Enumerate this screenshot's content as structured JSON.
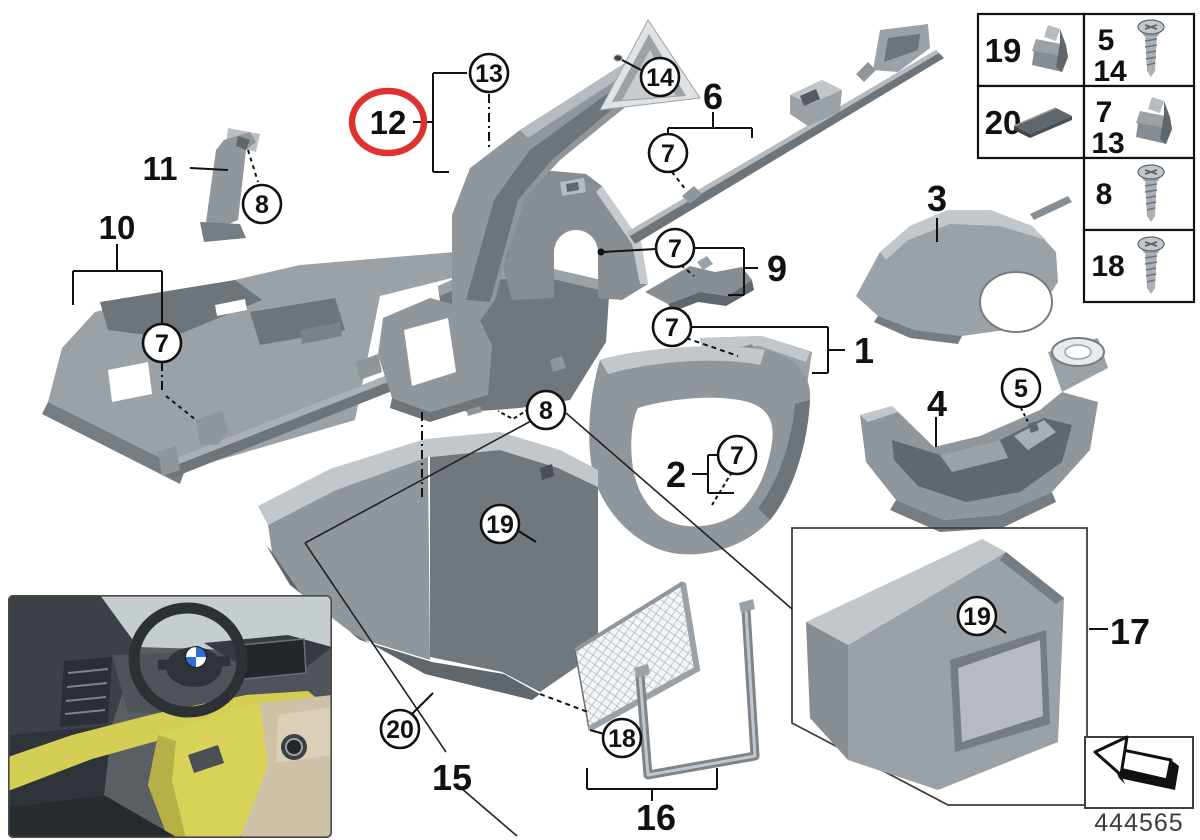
{
  "diagram": {
    "highlighted_callout": "12",
    "highlight_color": "#e03131",
    "plain_callouts": {
      "label_1": "1",
      "label_2": "2",
      "label_3": "3",
      "label_4": "4",
      "label_6": "6",
      "label_9": "9",
      "label_10": "10",
      "label_11": "11",
      "label_15": "15",
      "label_16": "16",
      "label_17": "17"
    },
    "circled_callouts": {
      "circle_5": "5",
      "circle_7": "7",
      "circle_8": "8",
      "circle_13": "13",
      "circle_14": "14",
      "circle_18": "18",
      "circle_19": "19",
      "circle_20": "20"
    }
  },
  "legend": {
    "rows": [
      {
        "left_label": "19",
        "left_icon": "clip-icon",
        "right_labels": [
          "5",
          "14"
        ],
        "right_icon": "screw-icon"
      },
      {
        "left_label": "20",
        "left_icon": "pad-icon",
        "right_labels": [
          "7",
          "13"
        ],
        "right_icon": "clip-icon"
      },
      {
        "right_labels": [
          "8"
        ],
        "right_icon": "screw-icon"
      },
      {
        "right_labels": [
          "18"
        ],
        "right_icon": "screw-icon"
      }
    ]
  },
  "footer": {
    "diagram_number": "444565",
    "direction_icon": "bent-arrow-icon"
  }
}
